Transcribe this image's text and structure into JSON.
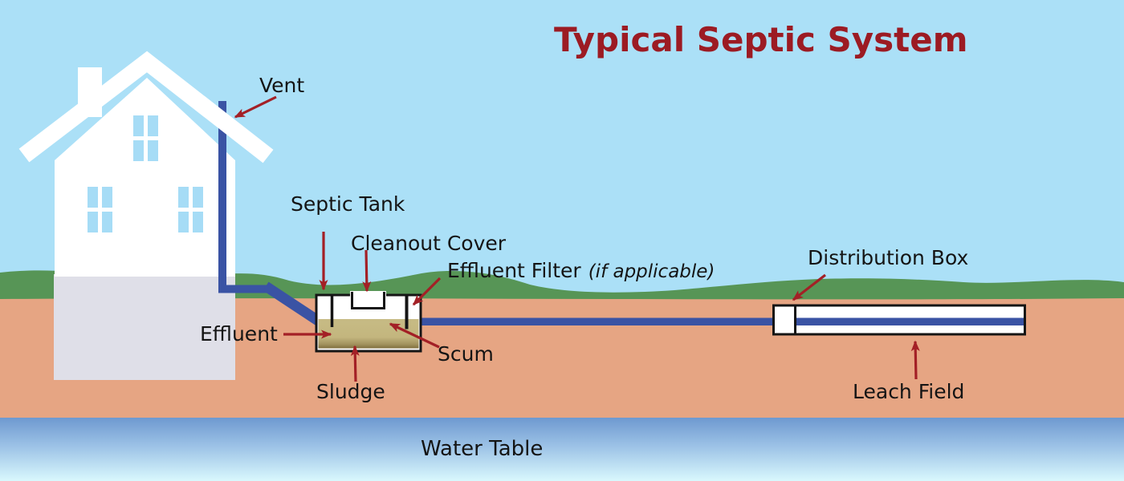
{
  "title": {
    "text": "Typical Septic System",
    "color": "#9C1B23"
  },
  "labels": {
    "vent": "Vent",
    "septic_tank": "Septic Tank",
    "cleanout_cover": "Cleanout Cover",
    "effluent_filter": "Effluent Filter",
    "effluent_filter_note": "(if applicable)",
    "effluent": "Effluent",
    "scum": "Scum",
    "sludge": "Sludge",
    "distribution_box": "Distribution Box",
    "leach_field": "Leach Field",
    "water_table": "Water Table"
  },
  "colors": {
    "sky": "#ABE0F7",
    "grass": "#579556",
    "soil": "#E6A583",
    "water_table_top": "#6E99D0",
    "water_table_bottom": "#D9F8FD",
    "house": "#FFFFFF",
    "foundation": "#DFDFE8",
    "window_pane": "#A6DCF6",
    "pipe": "#3A53A4",
    "tank_liquid": "#C7BB85",
    "sludge": "#81703F",
    "outline": "#151515",
    "arrow": "#A32026",
    "label_text": "#141414"
  }
}
